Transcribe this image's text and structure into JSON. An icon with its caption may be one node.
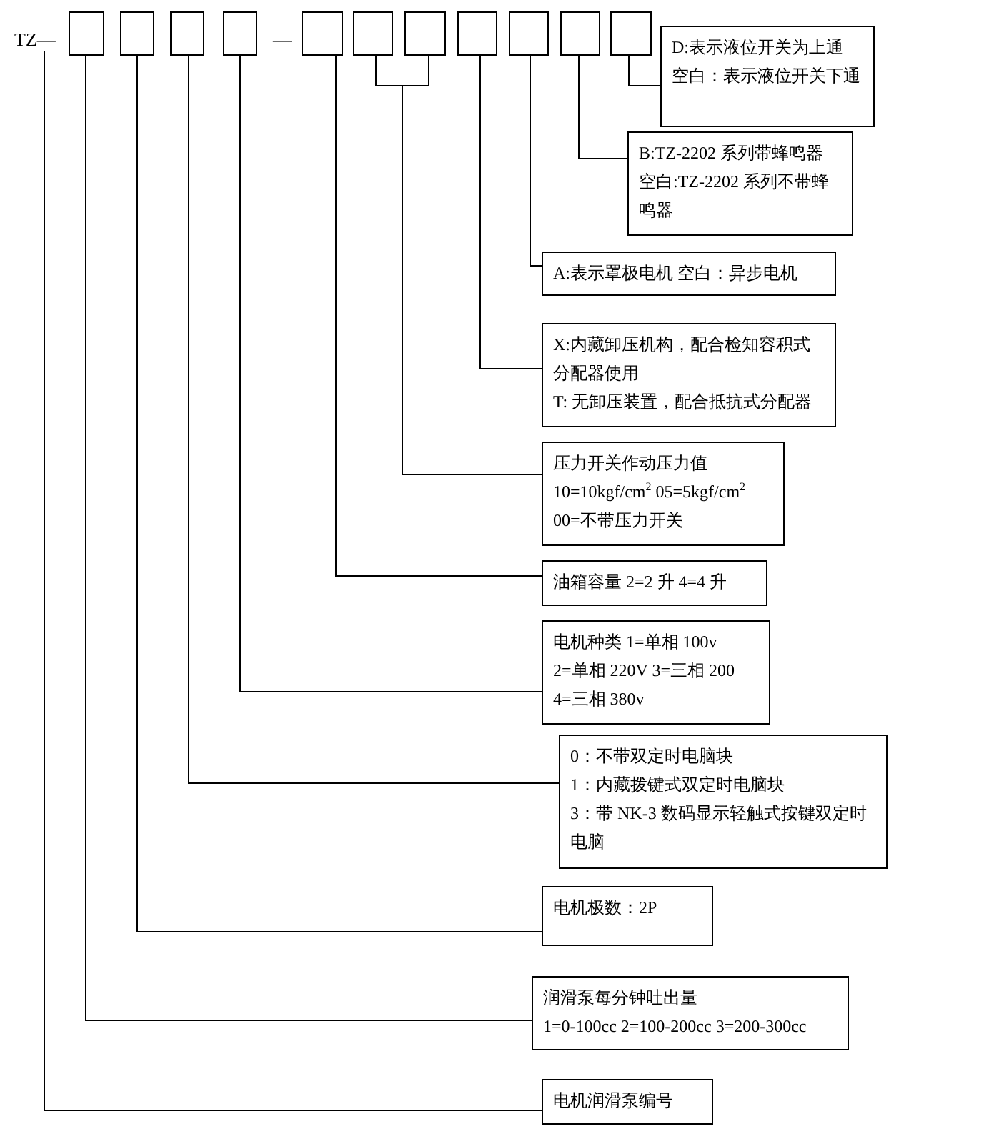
{
  "diagram": {
    "nodes": [
      {
        "text": [
          "TZ—"
        ]
      },
      {
        "text": [],
        "shape": "box"
      },
      {
        "text": [],
        "shape": "box"
      },
      {
        "text": [],
        "shape": "box"
      },
      {
        "text": [],
        "shape": "box"
      },
      {
        "text": [],
        "shape": "box"
      },
      {
        "text": [],
        "shape": "box"
      },
      {
        "text": [],
        "shape": "box"
      },
      {
        "text": [],
        "shape": "box"
      },
      {
        "text": [],
        "shape": "box"
      },
      {
        "text": [],
        "shape": "box"
      },
      {
        "text": [],
        "shape": "box"
      },
      {
        "text": [
          "D:表示液位开关为上通",
          "空白：表示液位开关下通"
        ]
      },
      {
        "text": [
          "B:TZ-2202 系列带蜂鸣器",
          "空白:TZ-2202 系列不带蜂鸣器"
        ]
      },
      {
        "text": [
          "A:表示罩极电机 空白：异步电机"
        ]
      },
      {
        "text": [
          "X:内藏卸压机构，配合检知容积式分配器使用",
          "T: 无卸压装置，配合抵抗式分配器"
        ]
      },
      {
        "text": [
          "压力开关作动压力值",
          "10=10kgf/cm$^{2}$ 05=5kgf/cm$^{2}$",
          "00=不带压力开关"
        ]
      },
      {
        "text": [
          "油箱容量 2=2 升 4=4 升"
        ]
      },
      {
        "text": [
          "电机种类 1=单相 100v",
          "2=单相 220V 3=三相 200",
          "4=三相 380v"
        ]
      },
      {
        "text": [
          "0：不带双定时电脑块",
          "1：内藏拨键式双定时电脑块",
          "3：带 NK-3 数码显示轻触式按键双定时电脑"
        ]
      },
      {
        "text": [
          "电机极数：2P"
        ]
      },
      {
        "text": [
          "润滑泵每分钟吐出量",
          "1=0-100cc 2=100-200cc 3=200-300cc"
        ]
      },
      {
        "text": [
          "电机润滑泵编号"
        ]
      }
    ],
    "edges": [
      {
        "from": 0,
        "to": 22,
        "arrow": "none"
      },
      {
        "from": 1,
        "to": 21,
        "arrow": "none"
      },
      {
        "from": 2,
        "to": 20,
        "arrow": "none"
      },
      {
        "from": 3,
        "to": 19,
        "arrow": "none"
      },
      {
        "from": 4,
        "to": 18,
        "arrow": "none"
      },
      {
        "from": 5,
        "to": 17,
        "arrow": "none"
      },
      {
        "from": 6,
        "to": 16,
        "arrow": "none"
      },
      {
        "from": 7,
        "to": 16,
        "arrow": "none"
      },
      {
        "from": 8,
        "to": 15,
        "arrow": "none"
      },
      {
        "from": 9,
        "to": 14,
        "arrow": "none"
      },
      {
        "from": 10,
        "to": 13,
        "arrow": "none"
      },
      {
        "from": 11,
        "to": 12,
        "arrow": "none"
      }
    ],
    "labels": [
      "—"
    ]
  }
}
